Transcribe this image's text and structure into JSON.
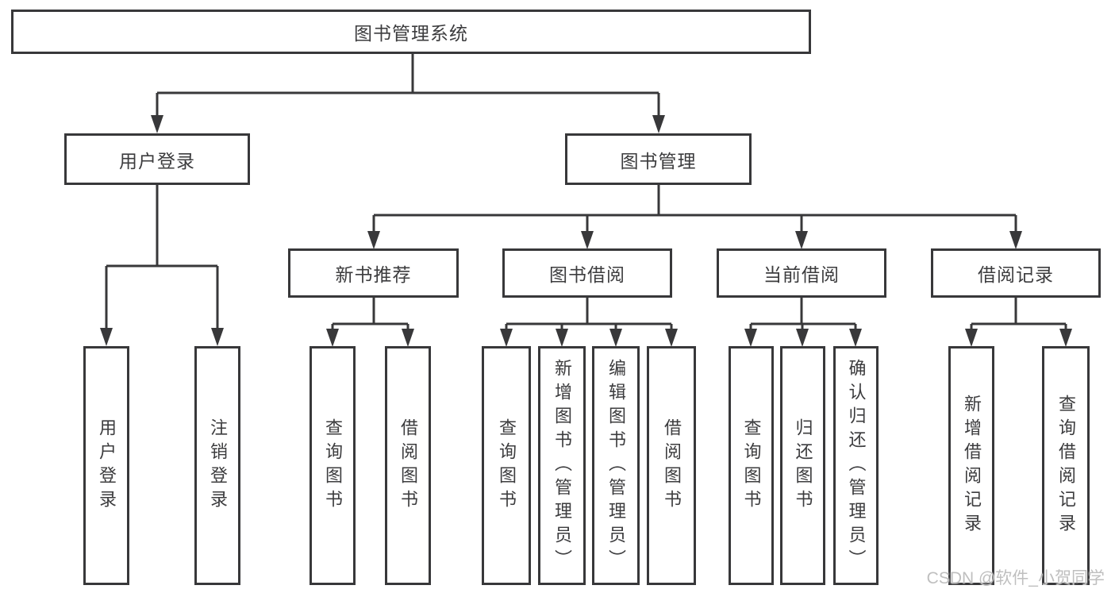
{
  "diagram_title": "图书管理系统",
  "watermark": "CSDN @软件_小贺同学",
  "colors": {
    "line": "#38383a",
    "text": "#3c3c3e",
    "box_bg": "#ffffff",
    "page_bg": "#ffffff",
    "watermark": "#bfbfbf"
  },
  "tree": {
    "label": "图书管理系统",
    "children": [
      {
        "label": "用户登录",
        "children": [
          {
            "label": "用户登录"
          },
          {
            "label": "注销登录"
          }
        ]
      },
      {
        "label": "图书管理",
        "children": [
          {
            "label": "新书推荐",
            "children": [
              {
                "label": "查询图书"
              },
              {
                "label": "借阅图书"
              }
            ]
          },
          {
            "label": "图书借阅",
            "children": [
              {
                "label": "查询图书"
              },
              {
                "label": "新增图书（管理员）"
              },
              {
                "label": "编辑图书（管理员）"
              },
              {
                "label": "借阅图书"
              }
            ]
          },
          {
            "label": "当前借阅",
            "children": [
              {
                "label": "查询图书"
              },
              {
                "label": "归还图书"
              },
              {
                "label": "确认归还（管理员）"
              }
            ]
          },
          {
            "label": "借阅记录",
            "children": [
              {
                "label": "新增借阅记录"
              },
              {
                "label": "查询借阅记录"
              }
            ]
          }
        ]
      }
    ]
  }
}
